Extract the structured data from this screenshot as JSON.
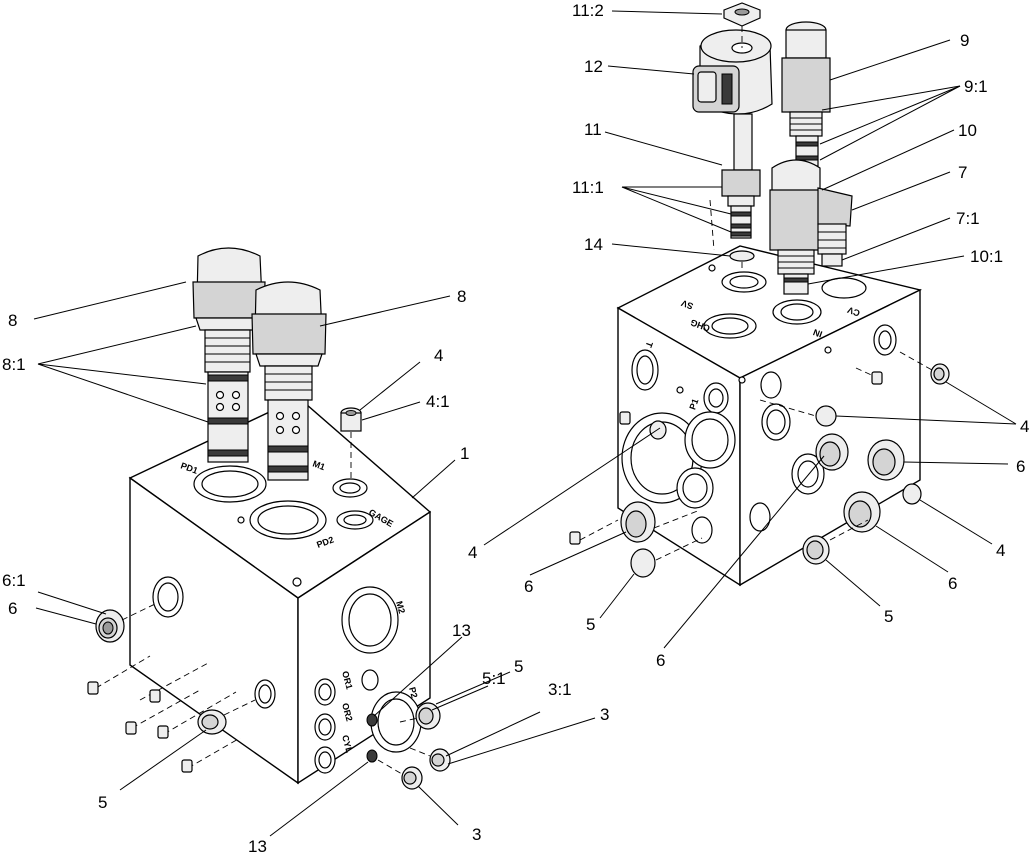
{
  "callouts": {
    "left": [
      "8",
      "8:1",
      "8",
      "4",
      "4:1",
      "1",
      "6:1",
      "6",
      "5",
      "13",
      "5:1",
      "5",
      "3:1",
      "3",
      "3",
      "13"
    ],
    "right": [
      "11:2",
      "12",
      "9",
      "9:1",
      "11",
      "10",
      "11:1",
      "7",
      "7:1",
      "14",
      "10:1",
      "4",
      "6",
      "4",
      "6",
      "6",
      "5",
      "5",
      "4",
      "6"
    ]
  },
  "port_labels": {
    "left": [
      "PD1",
      "M1",
      "GAGE",
      "PD2",
      "M2",
      "OR1",
      "P2",
      "OR2",
      "CYL"
    ],
    "right": [
      "SV",
      "CHG",
      "CV",
      "IN",
      "T",
      "P1"
    ]
  }
}
